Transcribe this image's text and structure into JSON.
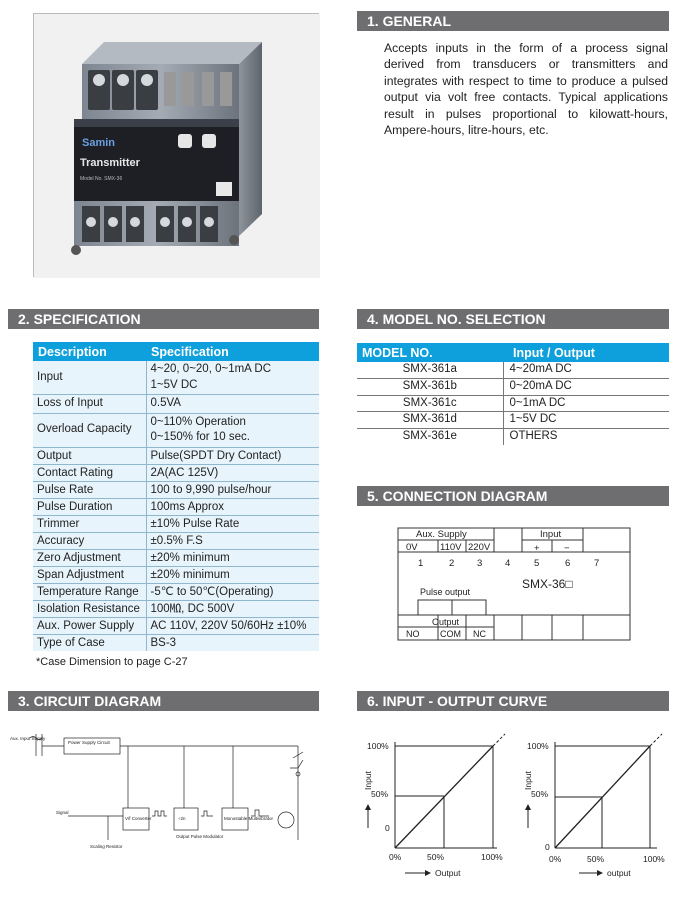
{
  "sections": {
    "general": "1. GENERAL",
    "spec": "2. SPECIFICATION",
    "model": "4. MODEL NO. SELECTION",
    "connection": "5. CONNECTION DIAGRAM",
    "circuit": "3. CIRCUIT DIAGRAM",
    "curve": "6. INPUT - OUTPUT CURVE"
  },
  "product": {
    "brand": "Samin",
    "name": "Transmitter",
    "model_plate": "Model No. SMX-36"
  },
  "general_text": "Accepts inputs in the form of a process signal derived from transducers or transmitters and integrates with respect to time to produce a pulsed output via volt free contacts. Typical applications result in pulses proportional to kilowatt-hours, Ampere-hours, litre-hours, etc.",
  "spec": {
    "headers": [
      "Description",
      "Specification"
    ],
    "rows": [
      {
        "d": "Input",
        "s1": "4~20, 0~20, 0~1mA DC",
        "s2": "1~5V DC"
      },
      {
        "d": "Loss of Input",
        "s1": "0.5VA"
      },
      {
        "d": "Overload Capacity",
        "s1": "0~110% Operation",
        "s2": "0~150% for 10 sec."
      },
      {
        "d": "Output",
        "s1": "Pulse(SPDT Dry Contact)"
      },
      {
        "d": "Contact Rating",
        "s1": "2A(AC 125V)"
      },
      {
        "d": "Pulse Rate",
        "s1": "100 to 9,990 pulse/hour"
      },
      {
        "d": "Pulse Duration",
        "s1": "100ms Approx"
      },
      {
        "d": "Trimmer",
        "s1": "±10% Pulse Rate"
      },
      {
        "d": "Accuracy",
        "s1": "±0.5% F.S"
      },
      {
        "d": "Zero Adjustment",
        "s1": "±20% minimum"
      },
      {
        "d": "Span Adjustment",
        "s1": "±20% minimum"
      },
      {
        "d": "Temperature Range",
        "s1": "-5℃ to 50℃(Operating)"
      },
      {
        "d": "Isolation Resistance",
        "s1": "100㏁, DC 500V"
      },
      {
        "d": "Aux. Power Supply",
        "s1": "AC 110V, 220V 50/60Hz ±10%"
      },
      {
        "d": "Type of Case",
        "s1": "BS-3"
      }
    ],
    "footnote": "*Case Dimension to page C-27"
  },
  "model": {
    "headers": [
      "MODEL NO.",
      "Input / Output"
    ],
    "rows": [
      {
        "m": "SMX-361a",
        "io": "4~20mA DC"
      },
      {
        "m": "SMX-361b",
        "io": "0~20mA DC"
      },
      {
        "m": "SMX-361c",
        "io": "0~1mA DC"
      },
      {
        "m": "SMX-361d",
        "io": "1~5V DC"
      },
      {
        "m": "SMX-361e",
        "io": "OTHERS"
      }
    ]
  },
  "connection": {
    "aux_supply": "Aux. Supply",
    "input": "Input",
    "v0": "0V",
    "v110": "110V",
    "v220": "220V",
    "plus": "+",
    "minus": "−",
    "terminals": [
      "1",
      "2",
      "3",
      "4",
      "5",
      "6",
      "7"
    ],
    "model": "SMX-36□",
    "pulse_output": "Pulse output",
    "output": "Output",
    "no": "NO",
    "com": "COM",
    "nc": "NC"
  },
  "circuit": {
    "aux_input": "Aux. Input Supply",
    "power_supply": "Power Supply Circuit",
    "signal": "Signal",
    "vf": "V/f Converter",
    "div": "÷2n",
    "output_pulse": "Output Pulse Modulator",
    "mono": "Monostable Multivibrator",
    "scaling": "Scaling Resistor"
  },
  "curve": {
    "y_title": "Input",
    "x_title_left": "Output",
    "x_title_right": "output",
    "y_ticks": [
      "100%",
      "50%",
      "0"
    ],
    "x_ticks": [
      "0%",
      "50%",
      "100%"
    ],
    "chart_data": [
      {
        "type": "line",
        "x": [
          0,
          50,
          100
        ],
        "y": [
          0,
          50,
          100
        ],
        "xlabel": "Output",
        "ylabel": "Input",
        "xlim": [
          0,
          100
        ],
        "ylim": [
          0,
          100
        ]
      },
      {
        "type": "line",
        "x": [
          0,
          50,
          100
        ],
        "y": [
          0,
          50,
          100
        ],
        "xlabel": "output",
        "ylabel": "Input",
        "xlim": [
          0,
          100
        ],
        "ylim": [
          0,
          100
        ]
      }
    ]
  }
}
